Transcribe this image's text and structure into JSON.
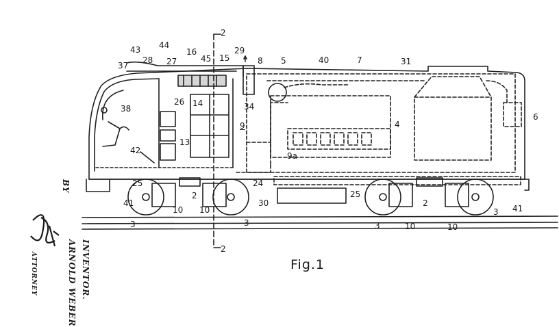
{
  "figure": {
    "title": "Fig.1",
    "inventor_caption": "INVENTOR.",
    "inventor_name": "ARNOLD WEBER",
    "by_caption": "BY",
    "attorney_caption": "ATTORNEY",
    "signature_text": "A. Wille"
  },
  "section_marks": {
    "top_label": "2",
    "bottom_label": "2"
  },
  "reference_numerals": {
    "n1": "43",
    "n2": "44",
    "n3": "37",
    "n4": "28",
    "n5": "27",
    "n6": "16",
    "n7": "45",
    "n8": "15",
    "n9": "29",
    "n10": "8",
    "n11": "5",
    "n12": "40",
    "n13": "7",
    "n14": "31",
    "n15": "38",
    "n16": "26",
    "n17": "14",
    "n18": "34",
    "n19": "9",
    "n20": "4",
    "n21": "6",
    "n22": "13",
    "n23": "42",
    "n24": "9a",
    "n25": "25",
    "n26": "2",
    "n27": "24",
    "n28": "41",
    "n29": "30",
    "n30": "25",
    "n31": "2",
    "n32": "10",
    "n33": "10",
    "n34": "41",
    "n35": "3",
    "n36": "3",
    "n37": "3",
    "n38": "10",
    "n39": "10",
    "n40": "3"
  }
}
